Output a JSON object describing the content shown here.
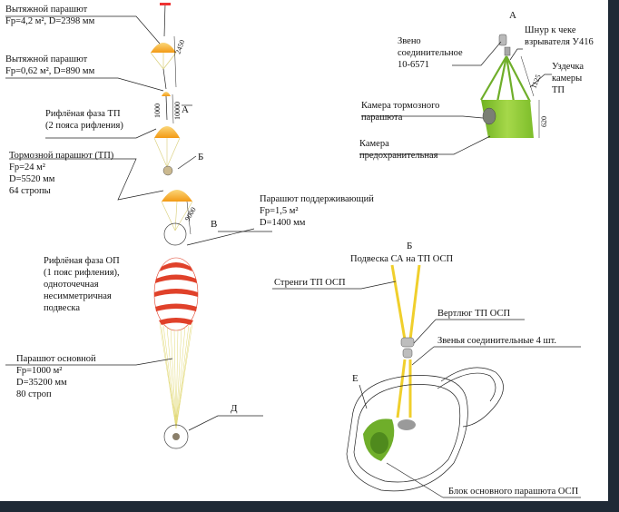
{
  "labels": {
    "drogue1": [
      "Вытяжной парашют",
      "Fp=4,2 м², D=2398 мм"
    ],
    "drogue2": [
      "Вытяжной парашют",
      "Fp=0,62 м², D=890 мм"
    ],
    "reefed_tp": [
      "Рифлёная фаза ТП",
      "(2 пояса рифления)"
    ],
    "brake": [
      "Тормозной парашют (ТП)",
      "Fp=24 м²",
      "D=5520 мм",
      "64 стропы"
    ],
    "support": [
      "Парашют поддерживающий",
      "Fp=1,5 м²",
      "D=1400 мм"
    ],
    "reefed_op": [
      "Рифлёная фаза ОП",
      "(1 пояс рифления),",
      "одноточечная",
      "несимметричная",
      "подвеска"
    ],
    "main": [
      "Парашют основной",
      "Fp=1000 м²",
      "D=35200 мм",
      "80 строп"
    ],
    "link": [
      "Звено",
      "соединительное",
      "10-6571"
    ],
    "cord": [
      "Шнур к чеке",
      "взрывателя У416"
    ],
    "bridle": [
      "Уздечка",
      "камеры",
      "ТП"
    ],
    "brake_cam": [
      "Камера тормозного",
      "парашюта"
    ],
    "safety_cam": [
      "Камера",
      "предохранительная"
    ],
    "susp": [
      "Подвеска СА на ТП ОСП"
    ],
    "risers": [
      "Стренги ТП ОСП"
    ],
    "swivel": [
      "Вертлюг ТП ОСП"
    ],
    "links4": [
      "Звенья соединительные 4 шт."
    ],
    "block": [
      "Блок основного парашюта ОСП"
    ]
  },
  "letters": {
    "a1": "А",
    "a2": "А",
    "b1": "Б",
    "b2": "Б",
    "v": "В",
    "d": "Д",
    "e": "Е"
  },
  "dims": {
    "d2450": "2450",
    "d1000": "1000",
    "d10000": "10000",
    "d9000": "9000",
    "d1125": "1125",
    "d620": "620"
  },
  "colors": {
    "orange": "#f7a21a",
    "stripe": "#e0412a",
    "green": "#8ccb2c",
    "yellow": "#f2d23e",
    "lines": "#e5dc7d"
  }
}
